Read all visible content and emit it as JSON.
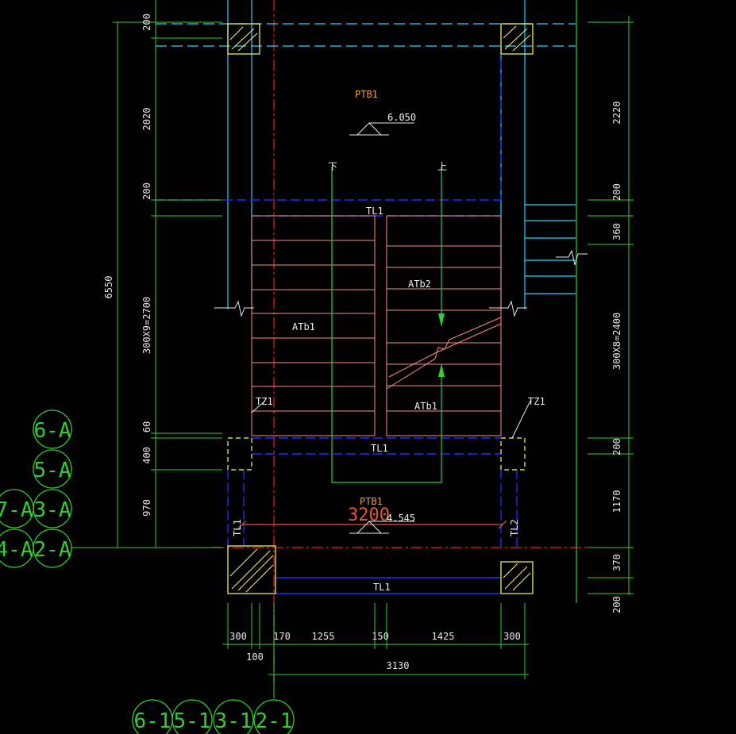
{
  "labels": {
    "ptb1_top": "PTB1",
    "ptb1_bottom": "PTB1",
    "elev_top": "6.050",
    "elev_bottom": "4.545",
    "tl1_upper": "TL1",
    "tl1_mid": "TL1",
    "tl1_lower": "TL1",
    "tl1_vertical": "TL1",
    "tl2_vertical": "TL2",
    "atb1_left": "ATb1",
    "atb2": "ATb2",
    "atb1_right": "ATb1",
    "tz1_left": "TZ1",
    "tz1_right": "TZ1",
    "up_left": "下",
    "up_right": "上",
    "clear_span": "3200"
  },
  "dims_left": {
    "d200a": "200",
    "d2020": "2020",
    "d200b": "200",
    "d300x9": "300X9=2700",
    "d60": "60",
    "d400": "400",
    "d970": "970",
    "total": "6550"
  },
  "dims_right": {
    "d2220": "2220",
    "d200a": "200",
    "d360": "360",
    "d300x8": "300X8=2400",
    "d200b": "200",
    "d1170": "1170",
    "d370": "370",
    "d200c": "200"
  },
  "dims_bottom": {
    "d300a": "300",
    "d170": "170",
    "d1255": "1255",
    "d150": "150",
    "d1425": "1425",
    "d300b": "300",
    "d100": "100",
    "total": "3130"
  },
  "axis_left": [
    "6-A",
    "5-A",
    "3-A",
    "2-A",
    "7-A",
    "4-A"
  ],
  "axis_bottom": [
    "6-1",
    "5-1",
    "3-1",
    "2-1"
  ],
  "colors": {
    "background": "#000000",
    "dimension": "#2fd02f",
    "beam": "#1c2cff",
    "stair_tread": "#ff8a8a",
    "axis_line": "#d01818",
    "wall": "#30d0ff",
    "column": "#ffff60",
    "text_orange": "#f0a040"
  }
}
